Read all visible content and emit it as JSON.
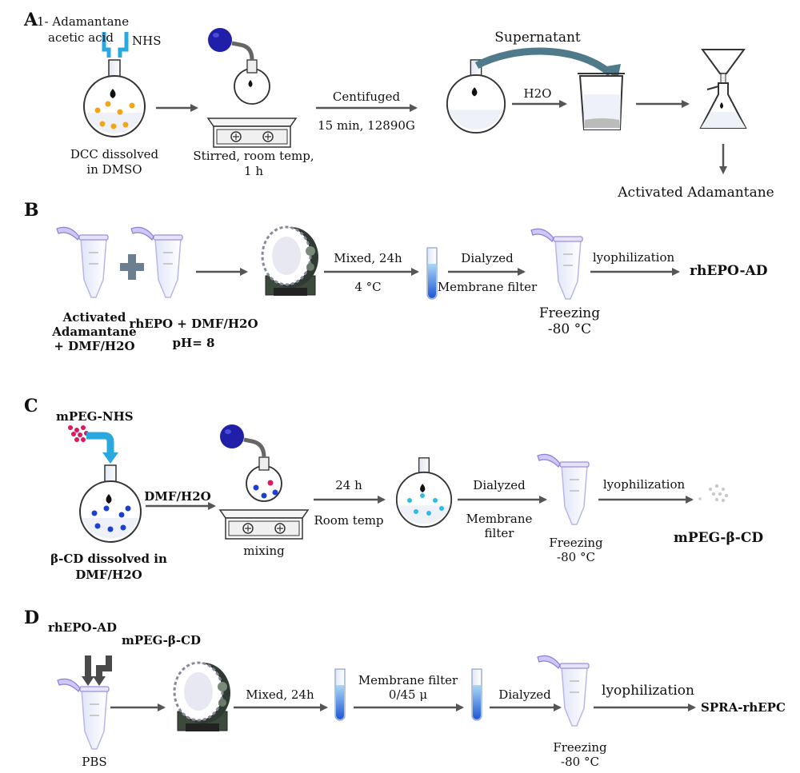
{
  "sections": {
    "a": "A",
    "b": "B",
    "c": "C",
    "d": "D"
  },
  "panel_a": {
    "reagent1_line1": "1- Adamantane",
    "reagent1_line2": "acetic acid",
    "reagent2": "NHS",
    "step1_line1": "DCC dissolved",
    "step1_line2": "in DMSO",
    "step2_line1": "Stirred, room temp,",
    "step2_line2": "1 h",
    "arrow_top": "Centifuged",
    "arrow_bottom": "15 min, 12890G",
    "supernatant": "Supernatant",
    "water": "H2O",
    "product": "Activated Adamantane"
  },
  "panel_b": {
    "tube1_line1": "Activated",
    "tube1_line2": "Adamantane",
    "tube1_line3": "+ DMF/H2O",
    "tube2_line1": "rhEPO  + DMF/H2O",
    "tube2_line2": "pH= 8",
    "mix_top": "Mixed, 24h",
    "mix_bottom": "4 °C",
    "dial_top": "Dialyzed",
    "dial_bottom": "Membrane filter",
    "freeze_line1": "Freezing",
    "freeze_line2": "-80 °C",
    "lyo": "lyophilization",
    "product": "rhEPO-AD"
  },
  "panel_c": {
    "reagent": "mPEG-NHS",
    "flask_line1": "β-CD dissolved in",
    "flask_line2": "DMF/H2O",
    "solvent": "DMF/H2O",
    "mixing": "mixing",
    "time": "24 h",
    "temp": "Room temp",
    "dial_top": "Dialyzed",
    "dial_mid": "Membrane",
    "dial_bottom": "filter",
    "freeze_line1": "Freezing",
    "freeze_line2": "-80 °C",
    "lyo": "lyophilization",
    "product": "mPEG-β-CD"
  },
  "panel_d": {
    "reagent1": "rhEPO-AD",
    "reagent2": "mPEG-β-CD",
    "buffer": "PBS",
    "mix": "Mixed, 24h",
    "filter_line1": "Membrane filter",
    "filter_line2": "0/45 μ",
    "dial": "Dialyzed",
    "freeze_line1": "Freezing",
    "freeze_line2": "-80 °C",
    "lyo": "lyophilization",
    "product": "SPRA-rhEPC"
  },
  "colors": {
    "arrow": "#555555",
    "reagent_tube": "#29a9e0",
    "bulb": "#1f1fa8",
    "dot_yellow": "#f2a515",
    "dot_blue": "#1b3fd1",
    "dot_red": "#e0185a",
    "dot_cyan": "#30b8e8",
    "tube_cap": "#9b8fe0",
    "solution_blue": "#2f6fe0"
  },
  "icons": [
    "round-bottom-flask",
    "stir-plate",
    "beaker",
    "funnel-flask",
    "eppendorf-tube",
    "test-tube",
    "rotator-mixer",
    "plus-sign",
    "powder"
  ]
}
